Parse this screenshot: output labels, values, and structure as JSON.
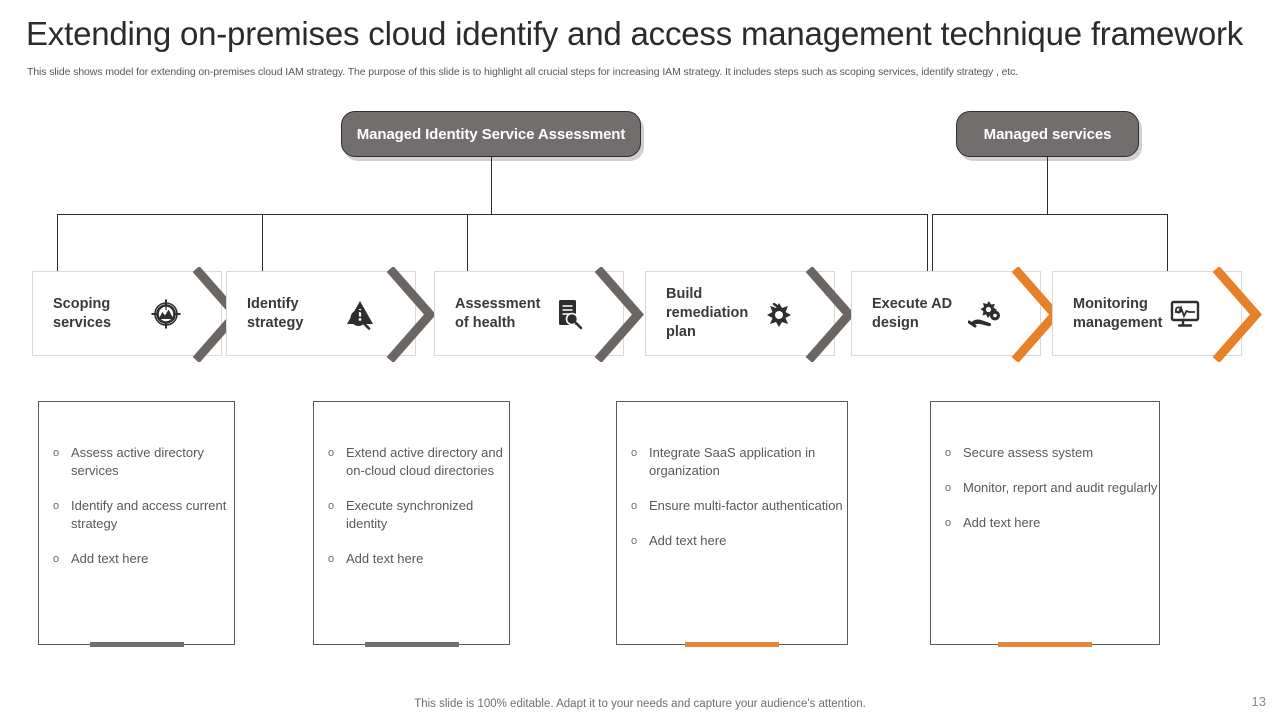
{
  "slide": {
    "title": "Extending on-premises cloud identify and access management technique framework",
    "subtitle": "This slide shows model for extending on-premises cloud IAM strategy. The purpose of this slide is to highlight all crucial steps for increasing IAM strategy. It includes steps such as scoping services, identify strategy , etc.",
    "footer_note": "This slide is 100% editable. Adapt it to your needs and capture your audience's attention.",
    "page_number": "13"
  },
  "colors": {
    "pill_fill": "#736e6e",
    "pill_border": "#2f2f2f",
    "chevron_gray": "#6b6663",
    "chevron_orange": "#e8802a",
    "accent_gray": "#6f6f6f",
    "accent_orange": "#e1873e",
    "text_dark": "#3a3a3a",
    "text_body": "#595959"
  },
  "headers": [
    {
      "label": "Managed Identity Service Assessment"
    },
    {
      "label": "Managed services"
    }
  ],
  "steps": [
    {
      "label": "Scoping services",
      "icon": "target-mountain-icon",
      "chevron_color": "#6b6663"
    },
    {
      "label": "Identify strategy",
      "icon": "alert-magnifier-icon",
      "chevron_color": "#6b6663"
    },
    {
      "label": "Assessment of health",
      "icon": "document-search-icon",
      "chevron_color": "#6b6663"
    },
    {
      "label": "Build remediation plan",
      "icon": "gear-wrench-icon",
      "chevron_color": "#6b6663"
    },
    {
      "label": "Execute AD design",
      "icon": "hand-gears-icon",
      "chevron_color": "#e8802a"
    },
    {
      "label": "Monitoring management",
      "icon": "monitor-pulse-icon",
      "chevron_color": "#e8802a"
    }
  ],
  "cards": [
    {
      "accent_color": "#6f6f6f",
      "bullets": [
        "Assess active directory services",
        "Identify and access current strategy",
        "Add text here"
      ]
    },
    {
      "accent_color": "#6f6f6f",
      "bullets": [
        "Extend active directory and on-cloud cloud directories",
        "Execute synchronized identity",
        "Add text here"
      ]
    },
    {
      "accent_color": "#e1873e",
      "bullets": [
        "Integrate SaaS application in organization",
        "Ensure multi-factor authentication",
        "Add text here"
      ]
    },
    {
      "accent_color": "#e1873e",
      "bullets": [
        "Secure assess system",
        "Monitor, report and audit regularly",
        "Add text here"
      ]
    }
  ]
}
